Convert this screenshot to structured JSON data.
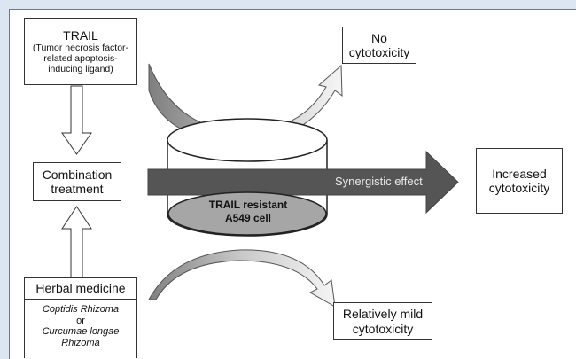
{
  "trail_box": {
    "title": "TRAIL",
    "line1": "(Tumor necrosis factor-",
    "line2": "related apoptosis-",
    "line3": "inducing ligand)"
  },
  "combination_box": {
    "line1": "Combination",
    "line2": "treatment"
  },
  "herbal_box": {
    "title": "Herbal medicine",
    "item1": "Coptidis Rhizoma",
    "connector": "or",
    "item2a": "Curcumae longae",
    "item2b": "Rhizoma"
  },
  "no_cytotoxicity_box": {
    "line1": "No",
    "line2": "cytotoxicity"
  },
  "mild_cytotoxicity_box": {
    "line1": "Relatively mild",
    "line2": "cytotoxicity"
  },
  "increased_cytotoxicity_box": {
    "line1": "Increased",
    "line2": "cytotoxicity"
  },
  "cell": {
    "line1": "TRAIL resistant",
    "line2": "A549 cell"
  },
  "synergy_label": "Synergistic effect",
  "colors": {
    "background": "#dce6f2",
    "dark_arrow": "#555555",
    "curved_arrow_dark": "#8a8a8a",
    "curved_arrow_light": "#f2f2f2",
    "cell_fill": "#a6a6a6"
  }
}
